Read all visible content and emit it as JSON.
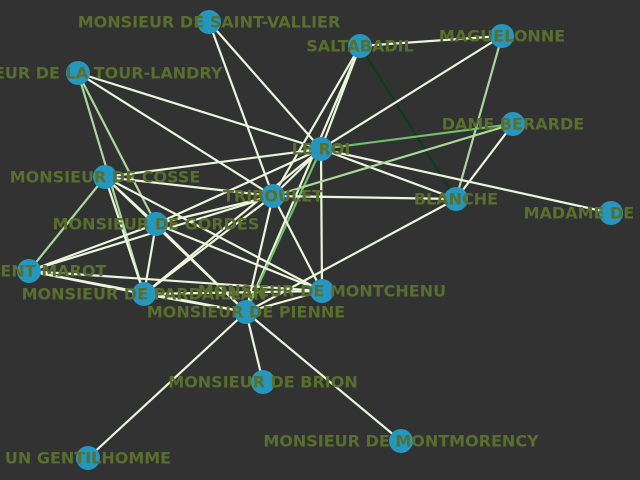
{
  "background": "#323232",
  "colors": {
    "node": "#2596be",
    "label": "#5a6e2e",
    "edge_light": "#eaf5dc",
    "edge_mid": "#a8d89b",
    "edge_strong": "#6fbf6a",
    "edge_darkest": "#0b3d1c"
  },
  "nodes": [
    {
      "id": "saint-vallier",
      "label": "MONSIEUR DE SAINT-VALLIER"
    },
    {
      "id": "saltabadil",
      "label": "SALTABADIL"
    },
    {
      "id": "maguelonne",
      "label": "MAGUELONNE"
    },
    {
      "id": "latour-landry",
      "label": "MONSIEUR DE LA TOUR-LANDRY"
    },
    {
      "id": "le-roi",
      "label": "LE ROI"
    },
    {
      "id": "dame-berarde",
      "label": "DAME BERARDE"
    },
    {
      "id": "cosse",
      "label": "MONSIEUR DE COSSE"
    },
    {
      "id": "triboulet",
      "label": "TRIBOULET"
    },
    {
      "id": "blanche",
      "label": "BLANCHE"
    },
    {
      "id": "madame",
      "label": "MADAME DE COSSE"
    },
    {
      "id": "gordes",
      "label": "MONSIEUR DE GORDES"
    },
    {
      "id": "marot",
      "label": "CLEMENT MAROT"
    },
    {
      "id": "pardaillan",
      "label": "MONSIEUR DE PARDAILLAN"
    },
    {
      "id": "montchenu",
      "label": "MONSIEUR DE MONTCHENU"
    },
    {
      "id": "pienne",
      "label": "MONSIEUR DE PIENNE"
    },
    {
      "id": "brion",
      "label": "MONSIEUR DE BRION"
    },
    {
      "id": "montmorency",
      "label": "MONSIEUR DE MONTMORENCY"
    },
    {
      "id": "gentilhomme",
      "label": "UN GENTILHOMME"
    }
  ],
  "edges": [
    {
      "source": "saint-vallier",
      "target": "le-roi",
      "tone": "light"
    },
    {
      "source": "saint-vallier",
      "target": "triboulet",
      "tone": "light"
    },
    {
      "source": "saltabadil",
      "target": "maguelonne",
      "tone": "light"
    },
    {
      "source": "saltabadil",
      "target": "blanche",
      "tone": "darkest"
    },
    {
      "source": "saltabadil",
      "target": "le-roi",
      "tone": "light"
    },
    {
      "source": "saltabadil",
      "target": "triboulet",
      "tone": "light"
    },
    {
      "source": "saltabadil",
      "target": "pienne",
      "tone": "light"
    },
    {
      "source": "maguelonne",
      "target": "le-roi",
      "tone": "light"
    },
    {
      "source": "maguelonne",
      "target": "blanche",
      "tone": "mid"
    },
    {
      "source": "latour-landry",
      "target": "le-roi",
      "tone": "light"
    },
    {
      "source": "latour-landry",
      "target": "triboulet",
      "tone": "light"
    },
    {
      "source": "latour-landry",
      "target": "gordes",
      "tone": "mid"
    },
    {
      "source": "latour-landry",
      "target": "pardaillan",
      "tone": "mid"
    },
    {
      "source": "le-roi",
      "target": "dame-berarde",
      "tone": "strong"
    },
    {
      "source": "le-roi",
      "target": "blanche",
      "tone": "light"
    },
    {
      "source": "le-roi",
      "target": "madame",
      "tone": "light"
    },
    {
      "source": "le-roi",
      "target": "cosse",
      "tone": "light"
    },
    {
      "source": "le-roi",
      "target": "triboulet",
      "tone": "light"
    },
    {
      "source": "le-roi",
      "target": "gordes",
      "tone": "light"
    },
    {
      "source": "le-roi",
      "target": "pardaillan",
      "tone": "light"
    },
    {
      "source": "le-roi",
      "target": "montchenu",
      "tone": "light"
    },
    {
      "source": "le-roi",
      "target": "pienne",
      "tone": "strong"
    },
    {
      "source": "dame-berarde",
      "target": "blanche",
      "tone": "light"
    },
    {
      "source": "dame-berarde",
      "target": "triboulet",
      "tone": "mid"
    },
    {
      "source": "cosse",
      "target": "triboulet",
      "tone": "light"
    },
    {
      "source": "cosse",
      "target": "gordes",
      "tone": "light"
    },
    {
      "source": "cosse",
      "target": "marot",
      "tone": "mid"
    },
    {
      "source": "cosse",
      "target": "pardaillan",
      "tone": "light"
    },
    {
      "source": "cosse",
      "target": "pienne",
      "tone": "light"
    },
    {
      "source": "cosse",
      "target": "montchenu",
      "tone": "light"
    },
    {
      "source": "triboulet",
      "target": "blanche",
      "tone": "light"
    },
    {
      "source": "triboulet",
      "target": "gordes",
      "tone": "light"
    },
    {
      "source": "triboulet",
      "target": "marot",
      "tone": "light"
    },
    {
      "source": "triboulet",
      "target": "pardaillan",
      "tone": "light"
    },
    {
      "source": "triboulet",
      "target": "pienne",
      "tone": "light"
    },
    {
      "source": "triboulet",
      "target": "montchenu",
      "tone": "light"
    },
    {
      "source": "blanche",
      "target": "pienne",
      "tone": "light"
    },
    {
      "source": "gordes",
      "target": "marot",
      "tone": "light"
    },
    {
      "source": "gordes",
      "target": "pardaillan",
      "tone": "light"
    },
    {
      "source": "gordes",
      "target": "pienne",
      "tone": "light"
    },
    {
      "source": "gordes",
      "target": "montchenu",
      "tone": "light"
    },
    {
      "source": "marot",
      "target": "pardaillan",
      "tone": "light"
    },
    {
      "source": "marot",
      "target": "pienne",
      "tone": "light"
    },
    {
      "source": "marot",
      "target": "montchenu",
      "tone": "light"
    },
    {
      "source": "pardaillan",
      "target": "pienne",
      "tone": "light"
    },
    {
      "source": "pardaillan",
      "target": "montchenu",
      "tone": "light"
    },
    {
      "source": "pienne",
      "target": "montchenu",
      "tone": "light"
    },
    {
      "source": "pienne",
      "target": "brion",
      "tone": "light"
    },
    {
      "source": "pienne",
      "target": "montmorency",
      "tone": "light"
    },
    {
      "source": "pienne",
      "target": "gentilhomme",
      "tone": "light"
    }
  ]
}
